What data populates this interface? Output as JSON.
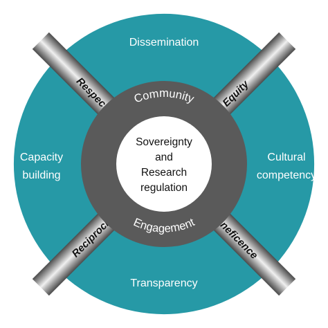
{
  "colors": {
    "segment": "#2699a6",
    "band_dark": "#4a4a4a",
    "band_light": "#f0f0f0",
    "ring": "#5a5a5a",
    "core": "#ffffff",
    "text_light": "#ffffff",
    "text_dark": "#111111"
  },
  "segments": {
    "top": "Dissemination",
    "right_line1": "Cultural",
    "right_line2": "competency",
    "bottom": "Transparency",
    "left_line1": "Capacity",
    "left_line2": "building"
  },
  "bands": {
    "top_left": "Respect",
    "top_right": "Equity",
    "bottom_left": "Reciprocity",
    "bottom_right": "Beneficence"
  },
  "ring": {
    "top": "Community",
    "bottom": "Engagement"
  },
  "core": {
    "line1": "Sovereignty",
    "line2": "and",
    "line3": "Research",
    "line4": "regulation"
  }
}
